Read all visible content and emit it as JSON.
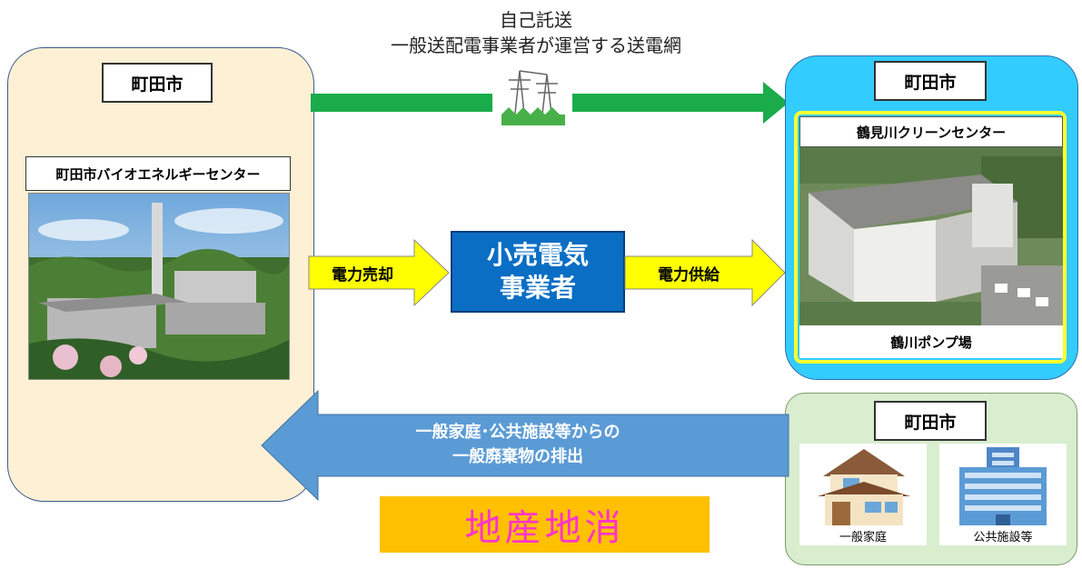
{
  "top_caption": {
    "line1": "自己託送",
    "line2": "一般送配電事業者が運営する送電網"
  },
  "left_panel": {
    "city_label": "町田市",
    "facility_label": "町田市バイオエネルギーセンター"
  },
  "right_top_panel": {
    "city_label": "町田市",
    "facility_top_label": "鶴見川クリーンセンター",
    "facility_bottom_label": "鶴川ポンプ場"
  },
  "right_bottom_panel": {
    "city_label": "町田市",
    "house_caption": "一般家庭",
    "public_caption": "公共施設等"
  },
  "center": {
    "retailer_line1": "小売電気",
    "retailer_line2": "事業者",
    "sell_label": "電力売却",
    "supply_label": "電力供給"
  },
  "bottom_arrow": {
    "line1": "一般家庭･公共施設等からの",
    "line2": "一般廃棄物の排出"
  },
  "slogan": "地産地消",
  "colors": {
    "green_arrow": "#1aab4b",
    "yellow_arrow": "#ffff00",
    "blue_arrow": "#5b9bd5",
    "retailer_box": "#0a6ec4",
    "slogan_bg": "#ffc000",
    "slogan_text": "#ff33cc",
    "left_panel_bg": "#fdf0d5",
    "right_top_panel_bg": "#33ccff",
    "right_bottom_panel_bg": "#d9edcf"
  },
  "icons": [
    "power-tower-icon",
    "house-icon",
    "office-building-icon"
  ]
}
